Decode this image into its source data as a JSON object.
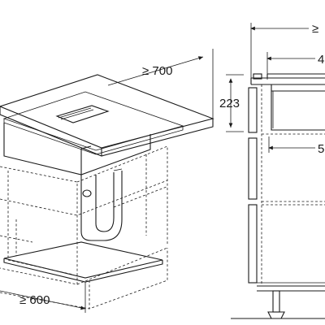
{
  "dimensions": {
    "depth_label": "≥ 700",
    "width_label": "≥ 600",
    "height_label": "223",
    "top_right_label": "≥",
    "inset_label": "4",
    "lower_label": "5"
  },
  "colors": {
    "line": "#1a1a1a",
    "plinth_fill": "#c9c9c9",
    "worktop_fill": "#ffffff"
  }
}
